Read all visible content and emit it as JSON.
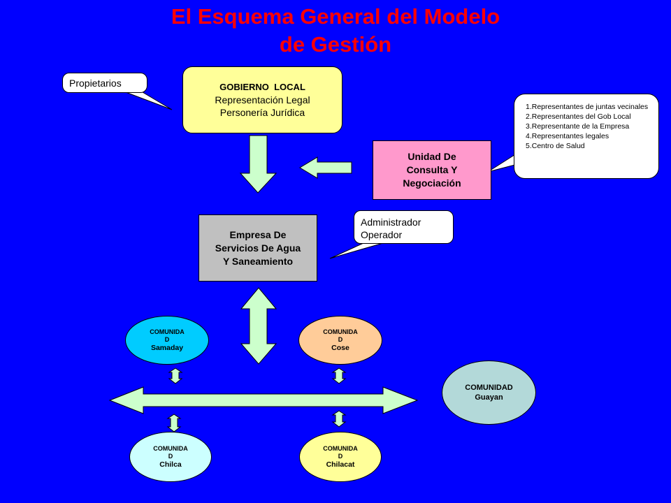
{
  "title": {
    "line1": "El Esquema General del Modelo",
    "line2": "de Gestión"
  },
  "gobierno": {
    "line1": "GOBIERNO  LOCAL",
    "line2": "Representación Legal",
    "line3": "Personería Jurídica"
  },
  "empresa": {
    "line1": "Empresa De",
    "line2": "Servicios De Agua",
    "line3": "Y Saneamiento"
  },
  "unidad": {
    "line1": "Unidad De",
    "line2": "Consulta Y",
    "line3": "Negociación"
  },
  "callouts": {
    "propietarios": "Propietarios",
    "admin_line1": "Administrador",
    "admin_line2": "Operador",
    "list": [
      "1.Representantes  de juntas vecinales",
      "2.Representantes del Gob Local",
      "3.Representante de la Empresa",
      "4.Representantes legales",
      "5.Centro de Salud"
    ]
  },
  "comunidades": {
    "samaday": {
      "l1": "COMUNIDA",
      "l2": "D",
      "l3": "Samaday"
    },
    "cose": {
      "l1": "COMUNIDA",
      "l2": "D",
      "l3": "Cose"
    },
    "chilca": {
      "l1": "COMUNIDA",
      "l2": "D",
      "l3": "Chilca"
    },
    "chilacat": {
      "l1": "COMUNIDA",
      "l2": "D",
      "l3": "Chilacat"
    },
    "guayan": {
      "l1": "COMUNIDAD",
      "l2": "Guayan"
    }
  },
  "colors": {
    "background": "#0000ff",
    "title": "#ff0000",
    "arrow_fill": "#ccffcc"
  }
}
